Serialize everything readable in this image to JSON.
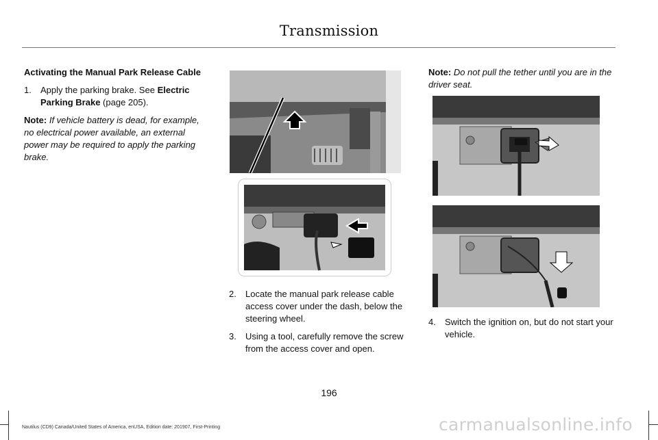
{
  "header": {
    "title": "Transmission"
  },
  "column1": {
    "heading": "Activating the Manual Park Release Cable",
    "step1": {
      "num": "1.",
      "text": "Apply the parking brake.   See ",
      "link": "Electric Parking Brake",
      "ref": " (page 205)."
    },
    "note": {
      "label": "Note:",
      "text": " If vehicle battery is dead, for example, no electrical power available, an external power may be required to apply the parking brake."
    }
  },
  "column2": {
    "step2": {
      "num": "2.",
      "text": "Locate the manual park release cable access cover under the dash, below the steering wheel."
    },
    "step3": {
      "num": "3.",
      "text": "Using a tool, carefully remove the screw from the access cover and open."
    }
  },
  "column3": {
    "note": {
      "label": "Note:",
      "text": " Do not pull the tether until you are in the driver seat."
    },
    "step4": {
      "num": "4.",
      "text": "Switch the ignition on, but do not start your vehicle."
    }
  },
  "page_number": "196",
  "footer": "Nautilus (CD9) Canada/United States of America, enUSA, Edition date: 201907, First-Printing",
  "watermark": "carmanualsonline.info",
  "colors": {
    "arrow": "#000000",
    "photo_dark": "#3a3a3a",
    "photo_light": "#c6c6c6"
  }
}
